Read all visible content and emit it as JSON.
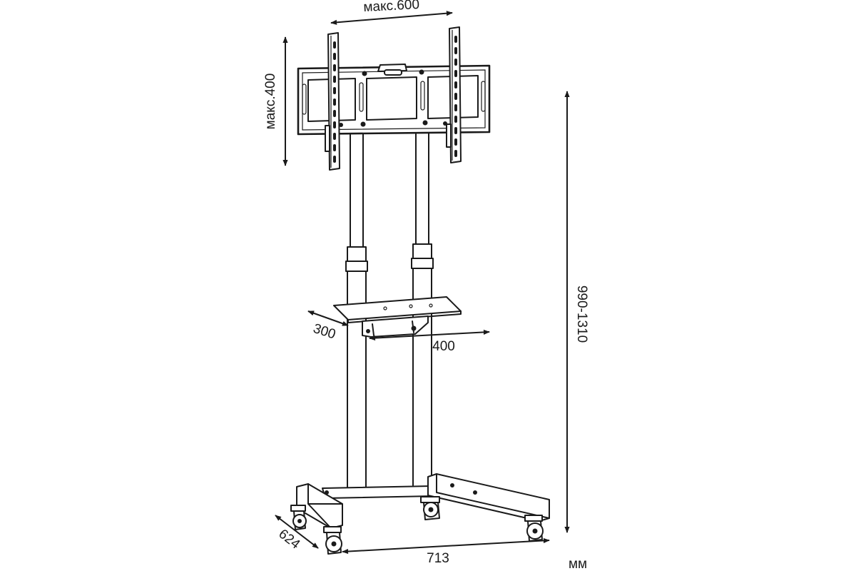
{
  "diagram": {
    "subject": "mobile-tv-stand",
    "line_color": "#1a1a1a",
    "background_color": "#ffffff",
    "dimensions": {
      "mount_width": "макс.600",
      "mount_height": "макс.400",
      "total_height": "990-1310",
      "shelf_depth": "300",
      "shelf_width": "400",
      "base_depth": "624",
      "base_width": "713"
    },
    "unit": "мм"
  }
}
